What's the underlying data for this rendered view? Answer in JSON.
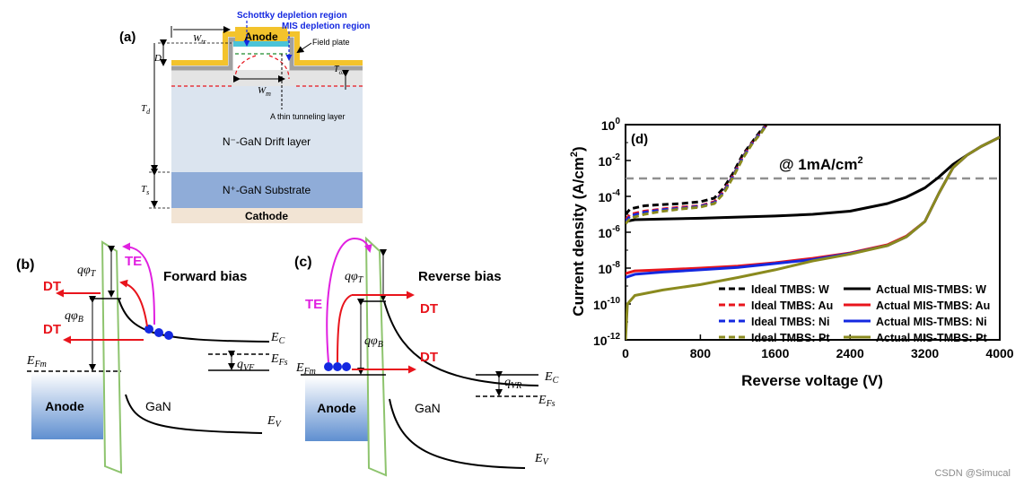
{
  "panel_a": {
    "label": "(a)",
    "anode": "Anode",
    "schottky_region": "Schottky depletion region",
    "mis_region": "MIS depletion region",
    "field_plate": "Field plate",
    "w_tr": "W",
    "w_tr_sub": "tr",
    "d_tr": "D",
    "d_tr_sub": "tr",
    "t_ox": "T",
    "t_ox_sub": "ox",
    "w_m": "W",
    "w_m_sub": "m",
    "t_d": "T",
    "t_d_sub": "d",
    "t_s": "T",
    "t_s_sub": "s",
    "tunneling": "A thin tunneling layer",
    "drift": "N⁻-GaN Drift layer",
    "substrate": "N⁺-GaN Substrate",
    "cathode": "Cathode"
  },
  "panel_b": {
    "label": "(b)",
    "bias": "Forward bias",
    "te": "TE",
    "dt1": "DT",
    "dt2": "DT",
    "q_phi_t": "qφ",
    "q_phi_t_sub": "T",
    "q_phi_b": "qφ",
    "q_phi_b_sub": "B",
    "e_fm": "E",
    "e_fm_sub": "Fm",
    "e_c": "E",
    "e_c_sub": "C",
    "e_fs": "E",
    "e_fs_sub": "Fs",
    "q_vf": "q",
    "q_vf_sub": "VF",
    "e_v": "E",
    "e_v_sub": "V",
    "anode": "Anode",
    "gan": "GaN"
  },
  "panel_c": {
    "label": "(c)",
    "bias": "Reverse bias",
    "te": "TE",
    "dt1": "DT",
    "dt2": "DT",
    "q_phi_t": "qφ",
    "q_phi_t_sub": "T",
    "q_phi_b": "qφ",
    "q_phi_b_sub": "B",
    "e_fm": "E",
    "e_fm_sub": "Fm",
    "e_c": "E",
    "e_c_sub": "C",
    "e_fs": "E",
    "e_fs_sub": "Fs",
    "q_vr": "q",
    "q_vr_sub": "VR",
    "e_v": "E",
    "e_v_sub": "V",
    "anode": "Anode",
    "gan": "GaN"
  },
  "panel_d": {
    "label": "(d)",
    "ylabel": "Current density (A/cm",
    "ylabel_sup": "2",
    "ylabel_end": ")",
    "xlabel": "Reverse voltage (V)",
    "annotation": "@ 1mA/cm",
    "annotation_sup": "2",
    "x_ticks": [
      "0",
      "800",
      "1600",
      "2400",
      "3200",
      "4000"
    ],
    "y_ticks": [
      {
        "base": "10",
        "exp": "0"
      },
      {
        "base": "10",
        "exp": "-2"
      },
      {
        "base": "10",
        "exp": "-4"
      },
      {
        "base": "10",
        "exp": "-6"
      },
      {
        "base": "10",
        "exp": "-8"
      },
      {
        "base": "10",
        "exp": "-10"
      },
      {
        "base": "10",
        "exp": "-12"
      }
    ],
    "legend": [
      {
        "label": "Ideal TMBS: W",
        "color": "#000000",
        "dash": true
      },
      {
        "label": "Ideal TMBS: Au",
        "color": "#e8141c",
        "dash": true
      },
      {
        "label": "Ideal TMBS: Ni",
        "color": "#1428e0",
        "dash": true
      },
      {
        "label": "Ideal TMBS: Pt",
        "color": "#8a8a1e",
        "dash": true
      },
      {
        "label": "Actual MIS-TMBS: W",
        "color": "#000000",
        "dash": false
      },
      {
        "label": "Actual MIS-TMBS: Au",
        "color": "#e8141c",
        "dash": false
      },
      {
        "label": "Actual MIS-TMBS: Ni",
        "color": "#1428e0",
        "dash": false
      },
      {
        "label": "Actual MIS-TMBS: Pt",
        "color": "#8a8a1e",
        "dash": false
      }
    ]
  },
  "chart_data": {
    "type": "line",
    "xlabel": "Reverse voltage (V)",
    "ylabel": "Current density (A/cm2)",
    "xlim": [
      0,
      4000
    ],
    "ylim": [
      1e-12,
      1
    ],
    "y_scale": "log",
    "reference_line": {
      "y": 0.001,
      "label": "@ 1mA/cm2",
      "style": "dashed",
      "color": "#909090"
    },
    "legend_position": "bottom-right",
    "series": [
      {
        "name": "Ideal TMBS: W",
        "color": "#000000",
        "dash": true,
        "x": [
          0,
          50,
          200,
          400,
          600,
          800,
          950,
          1050,
          1150,
          1250,
          1350,
          1450,
          1510
        ],
        "y": [
          1e-05,
          2e-05,
          3e-05,
          3.5e-05,
          4e-05,
          5e-05,
          8e-05,
          0.0003,
          0.002,
          0.02,
          0.1,
          0.5,
          1
        ]
      },
      {
        "name": "Ideal TMBS: Au",
        "color": "#e8141c",
        "dash": true,
        "x": [
          0,
          50,
          200,
          400,
          600,
          800,
          950,
          1050,
          1150,
          1250,
          1350,
          1450,
          1510
        ],
        "y": [
          5e-06,
          1e-05,
          1.5e-05,
          2e-05,
          2.5e-05,
          3e-05,
          5e-05,
          0.0002,
          0.0015,
          0.015,
          0.09,
          0.4,
          1
        ]
      },
      {
        "name": "Ideal TMBS: Ni",
        "color": "#1428e0",
        "dash": true,
        "x": [
          0,
          50,
          200,
          400,
          600,
          800,
          950,
          1050,
          1150,
          1250,
          1350,
          1450,
          1510
        ],
        "y": [
          4e-06,
          8e-06,
          1.3e-05,
          1.8e-05,
          2.2e-05,
          2.8e-05,
          4.5e-05,
          0.00018,
          0.0014,
          0.014,
          0.085,
          0.4,
          1
        ]
      },
      {
        "name": "Ideal TMBS: Pt",
        "color": "#8a8a1e",
        "dash": true,
        "x": [
          0,
          50,
          200,
          400,
          600,
          800,
          950,
          1050,
          1150,
          1250,
          1350,
          1450,
          1510
        ],
        "y": [
          3e-06,
          6e-06,
          1e-05,
          1.5e-05,
          2e-05,
          2.5e-05,
          4e-05,
          0.00015,
          0.0012,
          0.012,
          0.08,
          0.35,
          1
        ]
      },
      {
        "name": "Actual MIS-TMBS: W",
        "color": "#000000",
        "dash": false,
        "x": [
          0,
          100,
          400,
          800,
          1200,
          1600,
          2000,
          2400,
          2800,
          3000,
          3200,
          3350,
          3500,
          3650,
          3800,
          4000
        ],
        "y": [
          4e-06,
          5e-06,
          5.5e-06,
          6e-06,
          7e-06,
          8e-06,
          1e-05,
          1.5e-05,
          4e-05,
          9e-05,
          0.0003,
          0.0012,
          0.006,
          0.02,
          0.06,
          0.2
        ]
      },
      {
        "name": "Actual MIS-TMBS: Au",
        "color": "#e8141c",
        "dash": false,
        "x": [
          0,
          100,
          400,
          800,
          1200,
          1600,
          2000,
          2400,
          2800,
          3000,
          3200,
          3350,
          3500,
          3650,
          3800,
          4000
        ],
        "y": [
          5e-09,
          7e-09,
          8e-09,
          1e-08,
          1.3e-08,
          2e-08,
          3.5e-08,
          7e-08,
          2e-07,
          6e-07,
          4e-06,
          0.00015,
          0.004,
          0.02,
          0.06,
          0.2
        ]
      },
      {
        "name": "Actual MIS-TMBS: Ni",
        "color": "#1428e0",
        "dash": false,
        "x": [
          0,
          100,
          400,
          800,
          1200,
          1600,
          2000,
          2400,
          2800,
          3000,
          3200,
          3350,
          3500,
          3650,
          3800,
          4000
        ],
        "y": [
          3e-09,
          4.5e-09,
          6e-09,
          8e-09,
          1.1e-08,
          1.8e-08,
          3e-08,
          6.5e-08,
          1.8e-07,
          5.5e-07,
          4e-06,
          0.00015,
          0.004,
          0.02,
          0.06,
          0.2
        ]
      },
      {
        "name": "Actual MIS-TMBS: Pt",
        "color": "#8a8a1e",
        "dash": false,
        "x": [
          0,
          20,
          100,
          400,
          800,
          1200,
          1600,
          2000,
          2400,
          2800,
          3000,
          3200,
          3350,
          3500,
          3650,
          3800,
          4000
        ],
        "y": [
          1e-12,
          1e-10,
          3e-10,
          6e-10,
          1.2e-09,
          3e-09,
          8e-09,
          2.5e-08,
          6e-08,
          1.8e-07,
          5.5e-07,
          4e-06,
          0.00015,
          0.004,
          0.02,
          0.06,
          0.2
        ]
      }
    ]
  },
  "footer": {
    "watermark": "CSDN @Simucal"
  }
}
